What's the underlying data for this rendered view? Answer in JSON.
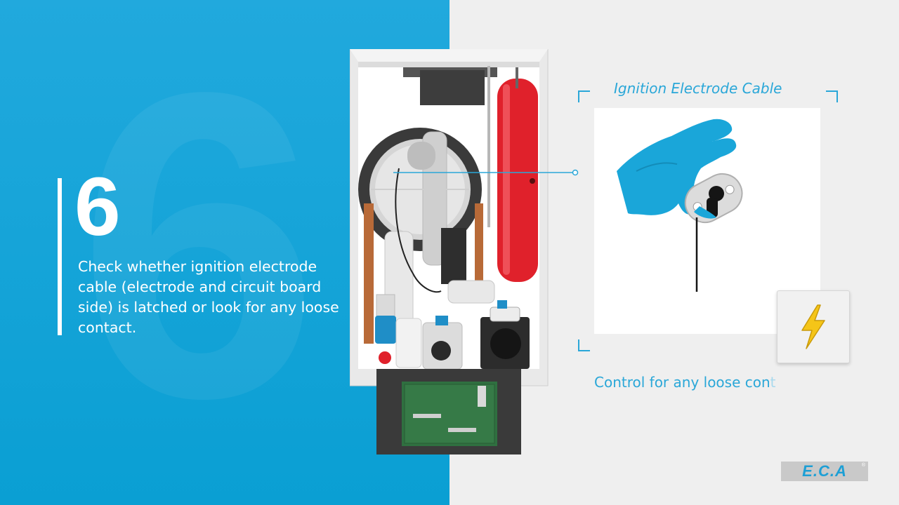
{
  "step": {
    "number": "6",
    "description": "Check whether ignition electrode cable (electrode and circuit board side) is latched or look for any loose contact."
  },
  "detail": {
    "caption": "Ignition Electrode Cable",
    "info_visible": "Control for any loose con",
    "info_fading": "t"
  },
  "logo": {
    "text": "E.C.A",
    "registered": "®"
  },
  "colors": {
    "accent_blue": "#0ea5dc",
    "caption_blue": "#2aa7d8",
    "tank_red": "#e0212b",
    "glove_blue": "#1aa6d9",
    "bolt_yellow": "#f5c518"
  },
  "icons": {
    "bolt_button": "lightning-bolt-icon"
  }
}
